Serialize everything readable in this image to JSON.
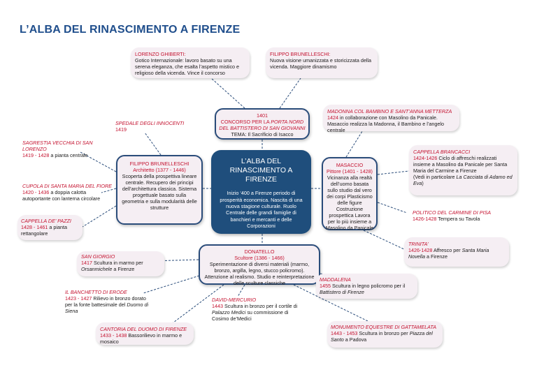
{
  "title": "L’ALBA DEL RINASCIMENTO A FIRENZE",
  "center": {
    "title": "L’ALBA DEL RINASCIMENTO A FIRENZE",
    "text": "Inizio ‘400 a Firenze periodo di prosperità economica. Nascita di una nuova stagione culturale. Ruolo Centrale delle grandi famiglie di banchieri e mercanti e delle Corporazioni"
  },
  "concorso": {
    "year": "1401",
    "line1": "CONCORSO PER LA ",
    "line1_it": "PORTA NORD DEL BATTISTERO DI SAN GIOVANNI",
    "theme": "TEMA: Il Sacrificio di Isacco"
  },
  "ghiberti": {
    "name": "LORENZO GHIBERTI:",
    "text": "Gotico Internazionale: lavoro basato su una serena eleganza, che esalta l’aspetto mistico e religioso della vicenda.  Vince il concorso"
  },
  "brunelleschi_concorso": {
    "name": "FILIPPO BRUNELLESCHI:",
    "text": "Nuova visione umanizzata e storicizzata della vicenda. Maggiore dinamismo"
  },
  "brunelleschi": {
    "name": "FILIPPO BRUNELLESCHI",
    "role": "Architetto (1377 - 1446)",
    "text": "Scoperta della prospettiva lineare centrale. Recupero dei principi dell’architettura classica. Sistema progettuale basato sulla geometria e sulla modularità delle strutture"
  },
  "masaccio": {
    "name": "MASACCIO",
    "role": "Pittore  (1401 - 1428)",
    "text": "Vicinanza alla realtà dell’uomo basata sullo studio dal vero dei corpi Plasticismo delle figure Costruzione prospettica Lavora per lo più insieme a Masolino da Panicale"
  },
  "donatello": {
    "name": "DONATELLO",
    "role": "Scultore  (1386 - 1466)",
    "text": "Sperimentazione di diversi materiali (marmo, bronzo, argilla, legno, stucco policromo). Attenzione al realismo. Studio e reinterpretazione delle sculture classiche"
  },
  "brunelleschi_works": [
    {
      "title": "SPEDALE DEGLI INNOCENTI",
      "date": "1419",
      "text": ""
    },
    {
      "title": "SAGRESTIA VECCHIA DI SAN LORENZO",
      "date": "1419 - 1428",
      "text": " a pianta centrale"
    },
    {
      "title": "CUPOLA DI SANTA MARIA DEL FIORE",
      "date": "1420 - 1436",
      "text": " a doppia calotta autoportante con lanterna circolare"
    },
    {
      "title": "CAPPELLA DE’ PAZZI",
      "date": " 1428 - 1461",
      "text": " a pianta rettangolare"
    }
  ],
  "masaccio_works": [
    {
      "title": "MADONNA COL BAMBINO E SANT’ANNA METTERZA",
      "date": "1424",
      "text": " in collaborazione con Masolino da Panicale. Masaccio realizza la Madonna, il Bambino e l’angelo centrale"
    },
    {
      "title": "CAPPELLA BRANCACCI",
      "date": "1424-1426",
      "text": " Ciclo di affreschi realizzati insieme a Masolino da Panicale per Santa Maria del Carmine a Firenze",
      "note_pre": "(Vedi in particolare ",
      "note_it": "La Cacciata di Adamo ed Eva",
      "note_post": ")"
    },
    {
      "title": "POLITICO DEL CARMINE DI PISA",
      "date": "1426-1428",
      "text": " Tempera su Tavola"
    },
    {
      "title": "TRINITA’",
      "date": "1426-1428",
      "text": " Affresco per ",
      "text_it": "Santa Maria Novella",
      "text_post": " a Firenze"
    }
  ],
  "donatello_works": [
    {
      "title": "SAN GIORGIO",
      "date": "1417",
      "text": " Scultura in marmo per ",
      "text_it": "Orsanmichele",
      "text_post": " a Firenze"
    },
    {
      "title": "IL BANCHETTO DI ERODE",
      "date": "1423 - 1427",
      "text": " Rilievo in bronzo dorato per la fonte battesimale del ",
      "text_it": "Duomo di Siena",
      "text_post": ""
    },
    {
      "title": "CANTORIA DEL DUOMO DI FIRENZE",
      "date": "1433 - 1438",
      "text": " Bassorilievo in marmo e mosaico"
    },
    {
      "title": "DAVID-MERCURIO",
      "date": "1443",
      "text": " Scultura in bronzo per il cortile di ",
      "text_it": "Palazzo Medici",
      "text_post": " su commissione di Cosimo de’Medici"
    },
    {
      "title": "MADDALENA",
      "date": "1455",
      "text": " Scultura in legno policromo per il ",
      "text_it": "Battistero di Firenze",
      "text_post": ""
    },
    {
      "title": "MONUMENTO EQUESTRE DI GATTAMELATA",
      "date": "1443 - 1453",
      "text": " Scultura in bronzo per ",
      "text_it": "Piazza del Santo",
      "text_post": " a Padova"
    }
  ]
}
